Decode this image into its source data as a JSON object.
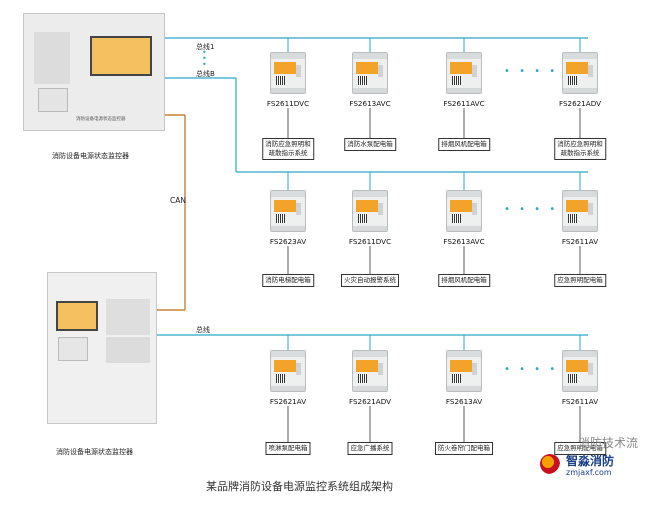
{
  "diagram": {
    "caption": "某品牌消防设备电源监控系统组成架构",
    "bus_labels": {
      "bus1": "总线1",
      "busB": "总线B",
      "bus": "总线",
      "can": "CAN"
    },
    "controllers": [
      {
        "label": "消防设备电源状态监控器",
        "panel_text": "消防设备电源状态监控器"
      },
      {
        "label": "消防设备电源状态监控器"
      }
    ],
    "rows": [
      {
        "modules": [
          {
            "model": "FS2611DVC",
            "system": [
              "消防应急照明和",
              "疏散指示系统"
            ]
          },
          {
            "model": "FS2613AVC",
            "system": [
              "消防水泵配电箱"
            ]
          },
          {
            "model": "FS2611AVC",
            "system": [
              "排烟风机配电箱"
            ]
          },
          {
            "model": "FS2621ADV",
            "system": [
              "消防应急照明和",
              "疏散指示系统"
            ]
          }
        ]
      },
      {
        "modules": [
          {
            "model": "FS2623AV",
            "system": [
              "消防电梯配电箱"
            ]
          },
          {
            "model": "FS2611DVC",
            "system": [
              "火灾自动报警系统"
            ]
          },
          {
            "model": "FS2613AVC",
            "system": [
              "排烟风机配电箱"
            ]
          },
          {
            "model": "FS2611AV",
            "system": [
              "应急照明配电箱"
            ]
          }
        ]
      },
      {
        "modules": [
          {
            "model": "FS2621AV",
            "system": [
              "喷淋泵配电箱"
            ]
          },
          {
            "model": "FS2621ADV",
            "system": [
              "应急广播系统"
            ]
          },
          {
            "model": "FS2613AV",
            "system": [
              "防火卷帘门配电箱"
            ]
          },
          {
            "model": "FS2611AV",
            "system": [
              "应急照明配电箱"
            ]
          }
        ]
      }
    ],
    "ellipsis": "• • • •",
    "watermark": {
      "account": "消防技术流",
      "brand": "智淼消防",
      "url": "zmjaxf.com"
    },
    "colors": {
      "bus_line": "#2aa8c8",
      "can_line": "#c8803a",
      "box_border": "#333333"
    }
  }
}
